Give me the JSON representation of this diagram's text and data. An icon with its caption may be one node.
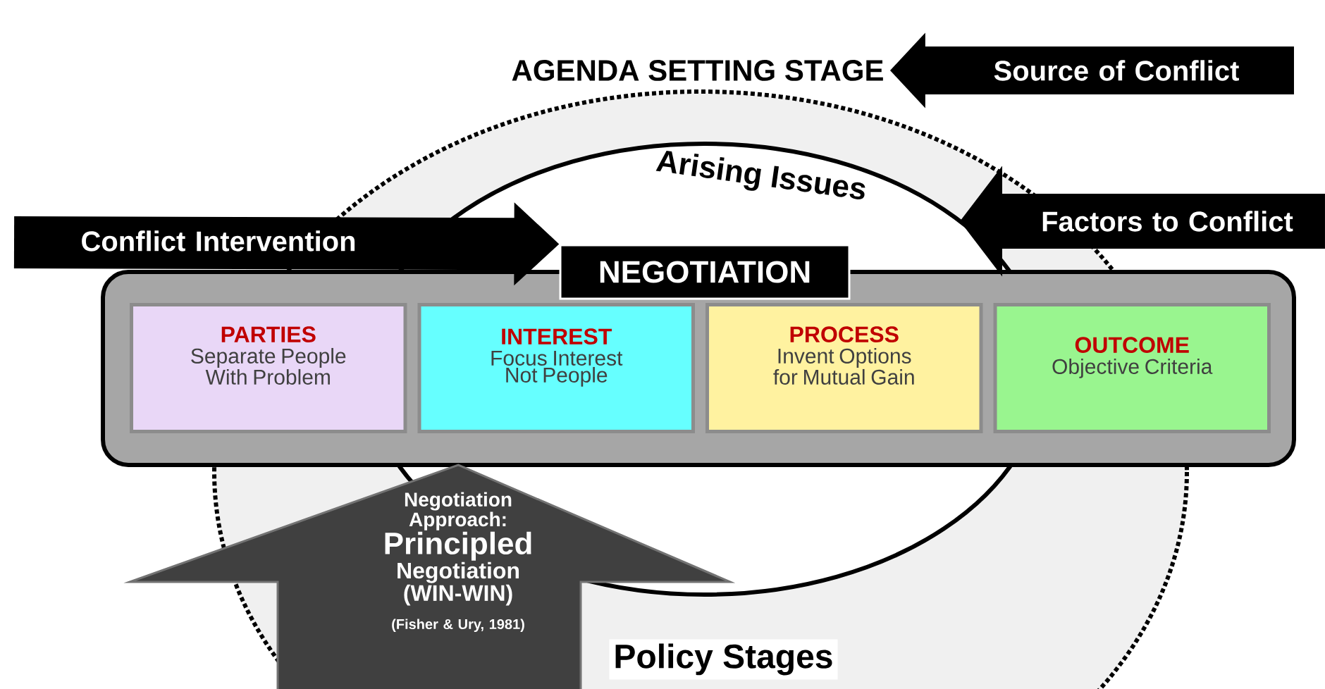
{
  "diagram": {
    "nodes": [
      {
        "text": [
          "AGENDA SETTING STAGE"
        ]
      },
      {
        "text": [
          "Arising Issues"
        ]
      },
      {
        "text": [
          "NEGOTIATION"
        ]
      },
      {
        "text": [
          "PARTIES",
          "Separate People With Problem"
        ],
        "in": 2
      },
      {
        "text": [
          "INTEREST",
          "Focus Interest Not People"
        ]
      },
      {
        "text": [
          "PROCESS",
          "Invent Options for Mutual Gain"
        ]
      },
      {
        "text": [
          "OUTCOME",
          "Objective Criteria"
        ],
        "in": 2
      },
      {
        "text": [
          "Negotiation Approach:",
          "Principled",
          "Negotiation (WIN-WIN)",
          "(Fisher & Ury, 1981)"
        ]
      }
    ],
    "edges": [
      {
        "from": null,
        "to": 0,
        "arrow": "to",
        "label": "Source of Conflict"
      },
      {
        "from": null,
        "to": 1,
        "arrow": "to",
        "label": "Factors to Conflict"
      },
      {
        "from": null,
        "to": 2,
        "arrow": "to",
        "label": "Conflict Intervention"
      }
    ],
    "labels": [
      "Policy Stages"
    ]
  }
}
